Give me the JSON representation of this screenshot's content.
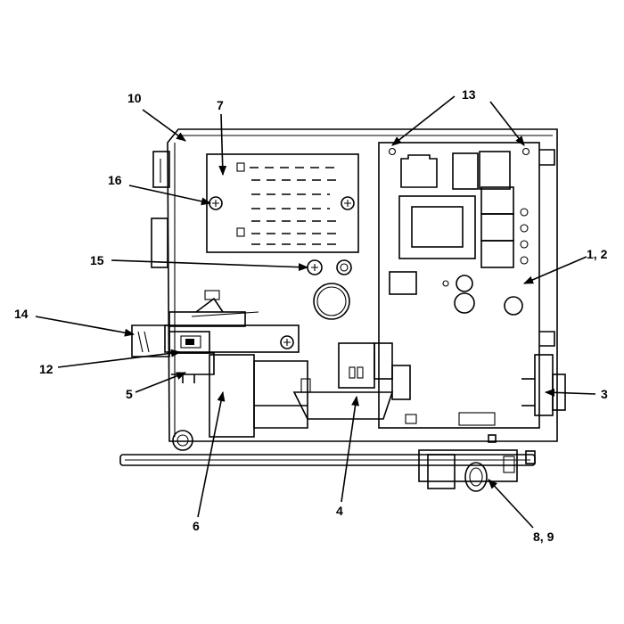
{
  "callouts": {
    "c1_2": "1, 2",
    "c3": "3",
    "c4": "4",
    "c5": "5",
    "c6": "6",
    "c7": "7",
    "c8_9": "8, 9",
    "c10": "10",
    "c12": "12",
    "c13": "13",
    "c14": "14",
    "c15": "15",
    "c16": "16"
  }
}
